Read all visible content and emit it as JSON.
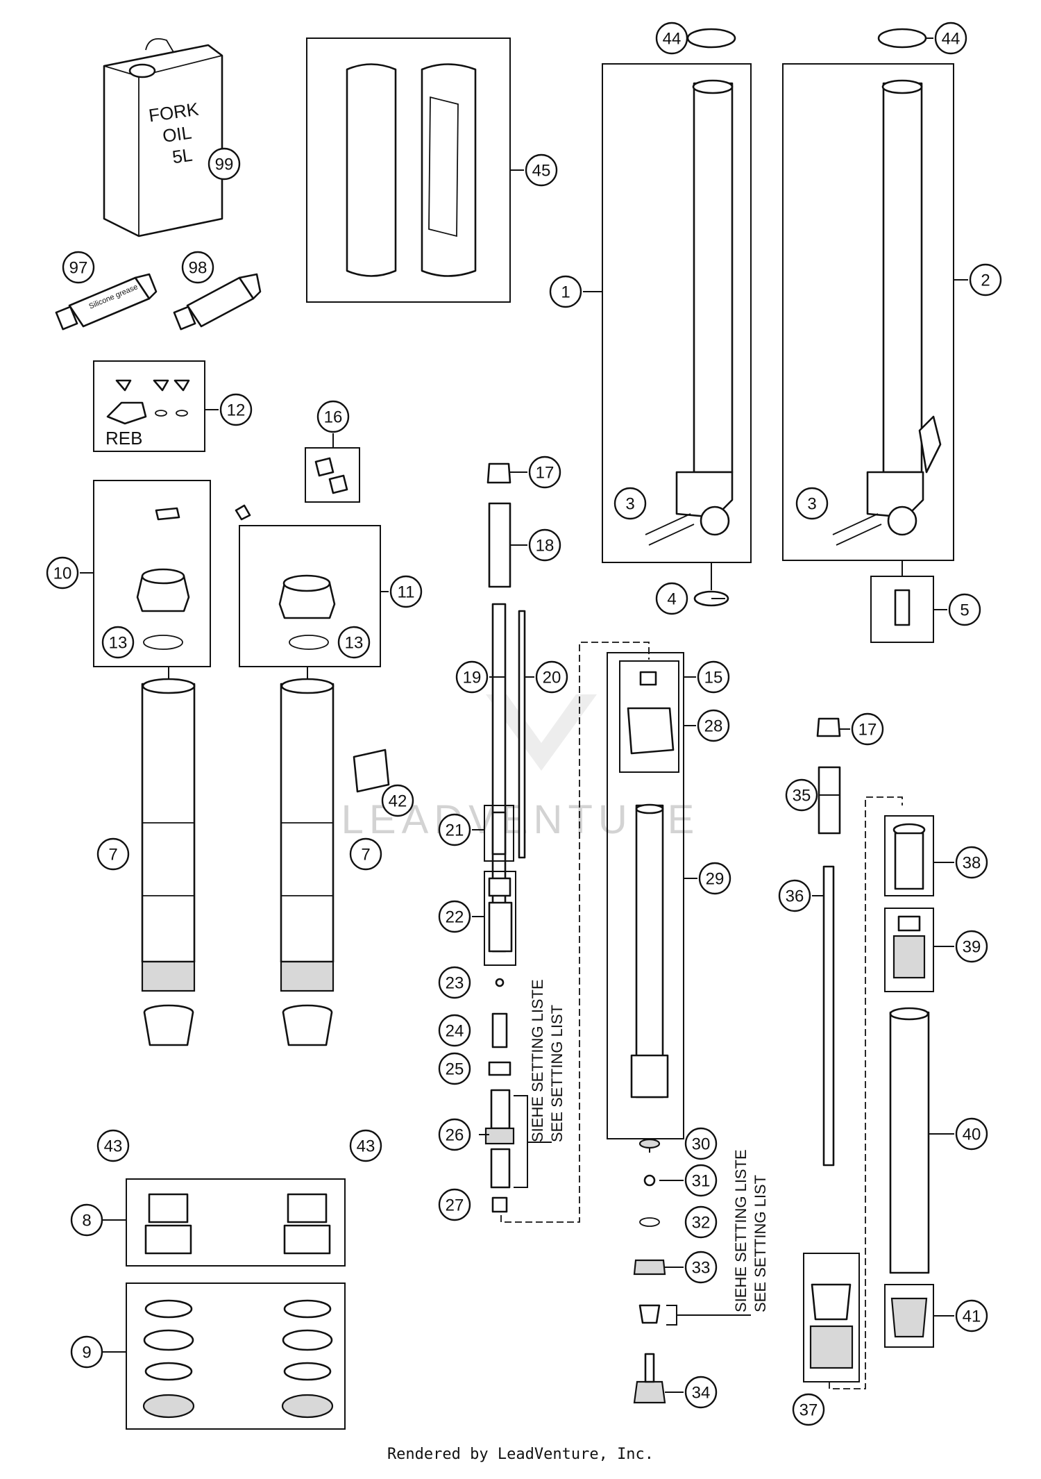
{
  "footer_text": "Rendered by LeadVenture, Inc.",
  "watermark_text": "LEADVENTURE",
  "can_label_lines": [
    "FORK",
    "OIL",
    "5L"
  ],
  "box_label_reb": "REB",
  "setting_list_left": [
    "SIEHE SETTING LISTE",
    "SEE SETTING LIST"
  ],
  "setting_list_right": [
    "SIEHE SETTING LISTE",
    "SEE SETTING LIST"
  ],
  "tube_label_97": "Silicone grease",
  "callouts": {
    "c1": "1",
    "c2": "2",
    "c3a": "3",
    "c3b": "3",
    "c4": "4",
    "c5": "5",
    "c7a": "7",
    "c7b": "7",
    "c8": "8",
    "c9": "9",
    "c10": "10",
    "c11": "11",
    "c12": "12",
    "c13a": "13",
    "c13b": "13",
    "c15": "15",
    "c16": "16",
    "c17a": "17",
    "c17b": "17",
    "c18": "18",
    "c19": "19",
    "c20": "20",
    "c21": "21",
    "c22": "22",
    "c23": "23",
    "c24": "24",
    "c25": "25",
    "c26": "26",
    "c27": "27",
    "c28": "28",
    "c29": "29",
    "c30": "30",
    "c31": "31",
    "c32": "32",
    "c33": "33",
    "c34": "34",
    "c35": "35",
    "c36": "36",
    "c37": "37",
    "c38": "38",
    "c39": "39",
    "c40": "40",
    "c41": "41",
    "c42": "42",
    "c43a": "43",
    "c43b": "43",
    "c44a": "44",
    "c44b": "44",
    "c45": "45",
    "c97": "97",
    "c98": "98",
    "c99": "99"
  }
}
